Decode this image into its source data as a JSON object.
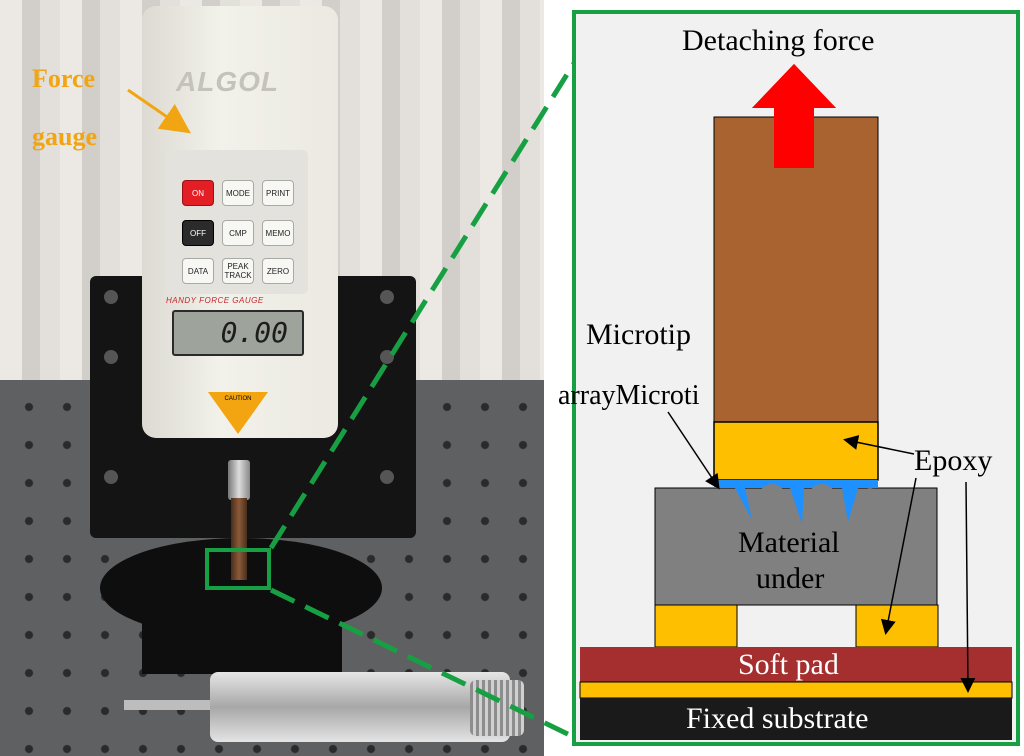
{
  "photo": {
    "label_force_gauge_line1": "Force",
    "label_force_gauge_line2": "gauge",
    "brand": "ALGOL",
    "keys": {
      "on": "ON",
      "mode": "MODE",
      "print": "PRINT",
      "off": "OFF",
      "cmp": "CMP",
      "memo": "MEMO",
      "data": "DATA",
      "peak_track": "PEAK TRACK",
      "zero": "ZERO"
    },
    "panel_label": "HANDY FORCE GAUGE",
    "display_value": "0.00",
    "caution": "CAUTION"
  },
  "schematic": {
    "detaching_force": "Detaching force",
    "microtip_line1": "Microtip",
    "microtip_line2": "arrayMicroti",
    "epoxy": "Epoxy",
    "material_line1": "Material",
    "material_line2": "under",
    "soft_pad": "Soft pad",
    "fixed_substrate": "Fixed substrate"
  },
  "colors": {
    "highlight_green": "#17a043",
    "force_arrow": "#ff0000",
    "tip_body": "#a86330",
    "epoxy": "#fdbf00",
    "material": "#808080",
    "microtips": "#1e90ff",
    "soft_pad": "#a52f2f",
    "fixed_substrate": "#1a1a1a",
    "label_orange": "#f1a513"
  }
}
